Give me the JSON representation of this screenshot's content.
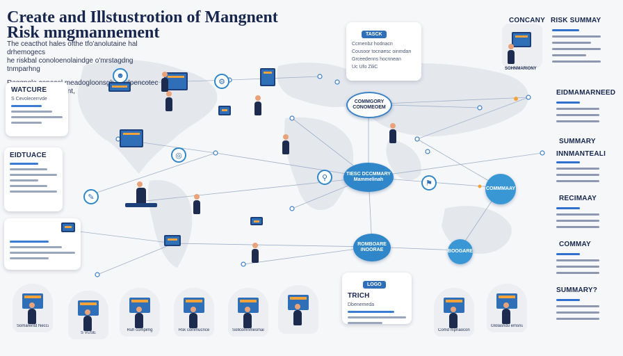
{
  "header": {
    "title_line1": "Create and Illstustrotion of Mangnent",
    "title_line2": "Risk mngmannement",
    "subtitle_line1": "The ceacthot hales ofthe tfo'anolutaine hal drhemogecs",
    "subtitle_line2": "he riskbal conoloenolaindge o'mrstagdng tnmparhng",
    "subtitle_line3": "Reggpole conecel meadogloonsgh erirdpencotec",
    "subtitle_line4": "reporaste pequgment,"
  },
  "left_cards": [
    {
      "title": "WATCURE",
      "body": "S Cevolecerrvde"
    },
    {
      "title": "EIDTUACE",
      "body": ""
    },
    {
      "title": "",
      "body": ""
    }
  ],
  "top_card": {
    "pill": "TASCK",
    "lines": [
      "Ccrnenbz hodnacn",
      "Cousoor tocnaesc oinmdan",
      "Grceedenns hocnnean",
      "Uc Ufo ZiliC"
    ]
  },
  "right_panel": {
    "company_label": "CONCANY",
    "summary_label": "RISK SUMMAY",
    "badge_label": "SOHNMARIONY",
    "headings": [
      "EIDMAMARNEED",
      "SUMMARY",
      "INNMANTEALI",
      "RECIMAAY",
      "COMMAY",
      "SUMMARY?"
    ]
  },
  "nodes": {
    "n1": "COMMGORY CONOMEOEM",
    "n2": "TIESC DCCMMARY Mammelinah",
    "n3": "COMMMAAY",
    "n4": "ROMBOARE INOORAE",
    "n5": "BOOGARE"
  },
  "bottom": {
    "captions": [
      "Somarentd Neccanbmkns",
      "S VUSE",
      "Ruh compimg",
      "Rsk commucnce",
      "Sollcomnmesmaorr",
      "",
      "Comd mpnaoconcmet",
      "Glolasndu emsnuesy"
    ],
    "center_pill": "LOGO",
    "center_heading": "TRICH",
    "center_body": "Dbenemeda"
  },
  "icons": [
    "magnifier-icon",
    "gear-icon",
    "shield-icon",
    "chart-icon",
    "document-icon",
    "person-icon",
    "globe-icon"
  ],
  "colors": {
    "accent": "#2f86c8",
    "dark": "#17264d",
    "orange": "#f3a33a",
    "map": "#e3e6eb"
  }
}
